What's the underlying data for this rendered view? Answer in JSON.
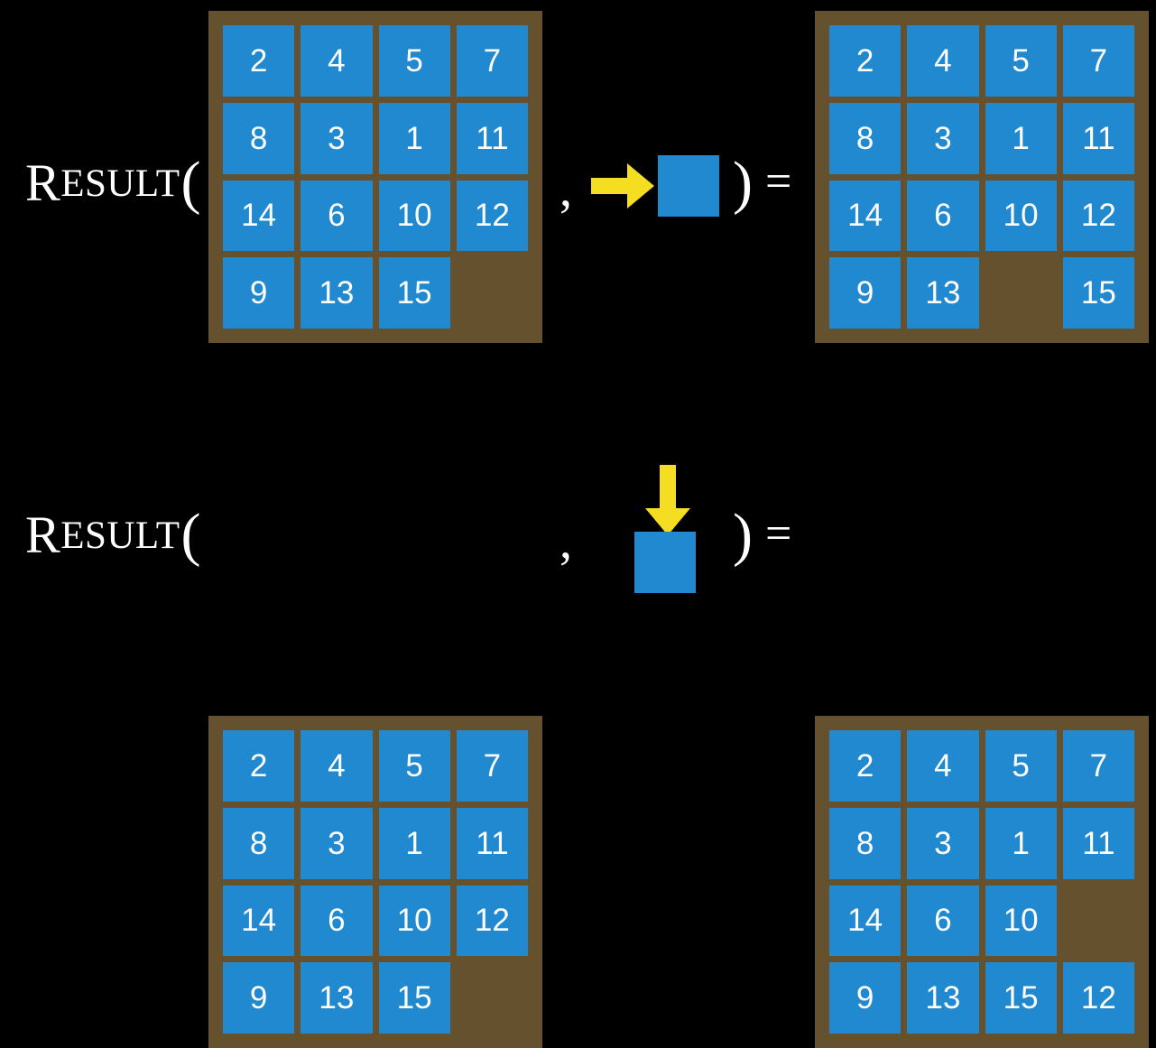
{
  "colors": {
    "background": "#000000",
    "board_frame": "#66512f",
    "tile": "#2189d0",
    "tile_text": "#ffffff",
    "arrow": "#f5dd22",
    "text": "#ffffff"
  },
  "equations": [
    {
      "id": "equation-right-move",
      "label": {
        "initial": "R",
        "rest": "ESULT",
        "open_paren": "("
      },
      "separator": ",",
      "close_paren": ")",
      "equals": "=",
      "action": {
        "direction": "right",
        "icon": "arrow-right-icon",
        "tile_label": ""
      },
      "input_board": {
        "rows": 4,
        "cols": 4,
        "tiles": [
          [
            "2",
            "4",
            "5",
            "7"
          ],
          [
            "8",
            "3",
            "1",
            "11"
          ],
          [
            "14",
            "6",
            "10",
            "12"
          ],
          [
            "9",
            "13",
            "15",
            ""
          ]
        ]
      },
      "output_board": {
        "rows": 4,
        "cols": 4,
        "tiles": [
          [
            "2",
            "4",
            "5",
            "7"
          ],
          [
            "8",
            "3",
            "1",
            "11"
          ],
          [
            "14",
            "6",
            "10",
            "12"
          ],
          [
            "9",
            "13",
            "",
            "15"
          ]
        ]
      }
    },
    {
      "id": "equation-down-move",
      "label": {
        "initial": "R",
        "rest": "ESULT",
        "open_paren": "("
      },
      "separator": ",",
      "close_paren": ")",
      "equals": "=",
      "action": {
        "direction": "down",
        "icon": "arrow-down-icon",
        "tile_label": ""
      },
      "input_board": {
        "rows": 4,
        "cols": 4,
        "tiles": [
          [
            "2",
            "4",
            "5",
            "7"
          ],
          [
            "8",
            "3",
            "1",
            "11"
          ],
          [
            "14",
            "6",
            "10",
            "12"
          ],
          [
            "9",
            "13",
            "15",
            ""
          ]
        ]
      },
      "output_board": {
        "rows": 4,
        "cols": 4,
        "tiles": [
          [
            "2",
            "4",
            "5",
            "7"
          ],
          [
            "8",
            "3",
            "1",
            "11"
          ],
          [
            "14",
            "6",
            "10",
            ""
          ],
          [
            "9",
            "13",
            "15",
            "12"
          ]
        ]
      }
    }
  ]
}
